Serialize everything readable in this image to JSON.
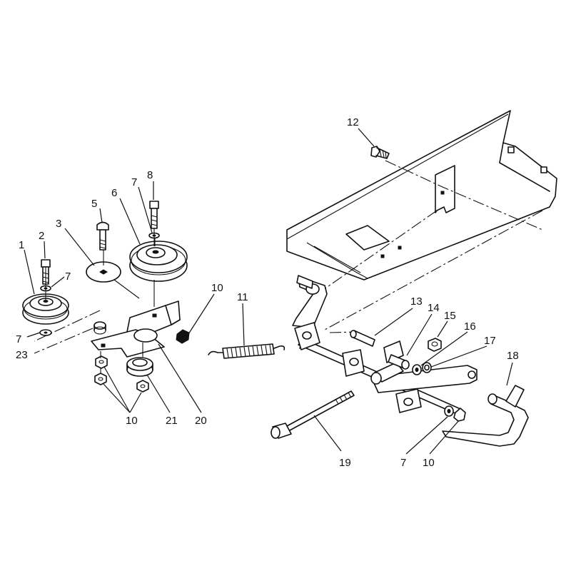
{
  "diagram": {
    "background": "#ffffff",
    "ink": "#111111",
    "callouts": [
      {
        "id": "c1",
        "label": "1"
      },
      {
        "id": "c2",
        "label": "2"
      },
      {
        "id": "c3",
        "label": "3"
      },
      {
        "id": "c5",
        "label": "5"
      },
      {
        "id": "c6",
        "label": "6"
      },
      {
        "id": "c7a",
        "label": "7"
      },
      {
        "id": "c8",
        "label": "8"
      },
      {
        "id": "c7b",
        "label": "7"
      },
      {
        "id": "c7c",
        "label": "7"
      },
      {
        "id": "c23",
        "label": "23"
      },
      {
        "id": "c10a",
        "label": "10"
      },
      {
        "id": "c11",
        "label": "11"
      },
      {
        "id": "c10b",
        "label": "10"
      },
      {
        "id": "c21",
        "label": "21"
      },
      {
        "id": "c20",
        "label": "20"
      },
      {
        "id": "c12",
        "label": "12"
      },
      {
        "id": "c13",
        "label": "13"
      },
      {
        "id": "c14",
        "label": "14"
      },
      {
        "id": "c15",
        "label": "15"
      },
      {
        "id": "c16",
        "label": "16"
      },
      {
        "id": "c17",
        "label": "17"
      },
      {
        "id": "c18",
        "label": "18"
      },
      {
        "id": "c19",
        "label": "19"
      },
      {
        "id": "c7d",
        "label": "7"
      },
      {
        "id": "c10c",
        "label": "10"
      }
    ]
  }
}
